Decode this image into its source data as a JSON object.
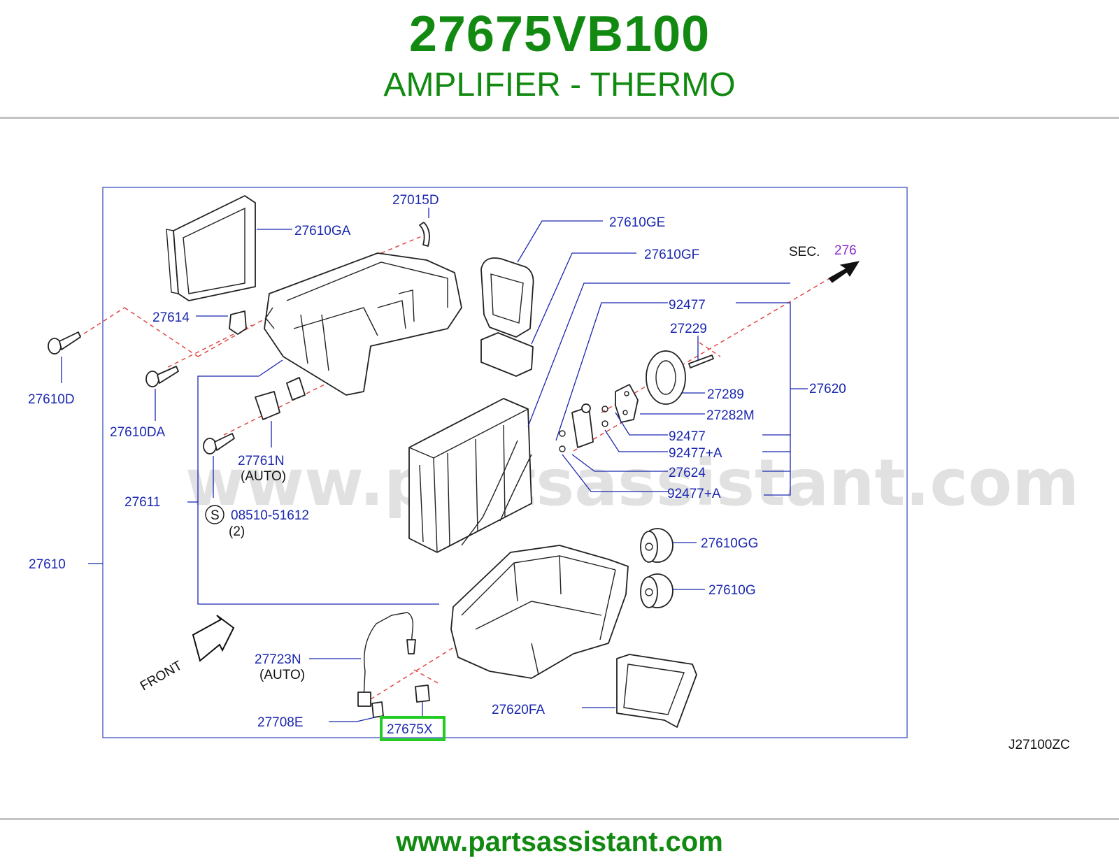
{
  "header": {
    "part_number": "27675VB100",
    "part_name": "AMPLIFIER - THERMO"
  },
  "diagram": {
    "watermark": "www.partsassistant.com",
    "code": "J27100ZC",
    "front_label": "FRONT",
    "sec_label": "SEC.",
    "sec_ref": "276",
    "highlight_color": "#22cc22",
    "labels": {
      "l27015D": "27015D",
      "l27610GA": "27610GA",
      "l27610GE": "27610GE",
      "l27610GF": "27610GF",
      "l27614": "27614",
      "l92477a": "92477",
      "l27229": "27229",
      "l27610D": "27610D",
      "l27289": "27289",
      "l27620": "27620",
      "l27282M": "27282M",
      "l27610DA": "27610DA",
      "l92477b": "92477",
      "l27761N": "27761N",
      "l27761N_sub": "(AUTO)",
      "l92477A1": "92477+A",
      "l27624": "27624",
      "l92477A2": "92477+A",
      "l27611": "27611",
      "l08510": "08510-51612",
      "l08510_qty": "(2)",
      "l08510_badge": "S",
      "l27610GG": "27610GG",
      "l27610": "27610",
      "l27610G": "27610G",
      "l27723N": "27723N",
      "l27723N_sub": "(AUTO)",
      "l27620FA": "27620FA",
      "l27708E": "27708E",
      "l27675X": "27675X"
    }
  },
  "footer": {
    "url": "www.partsassistant.com"
  }
}
